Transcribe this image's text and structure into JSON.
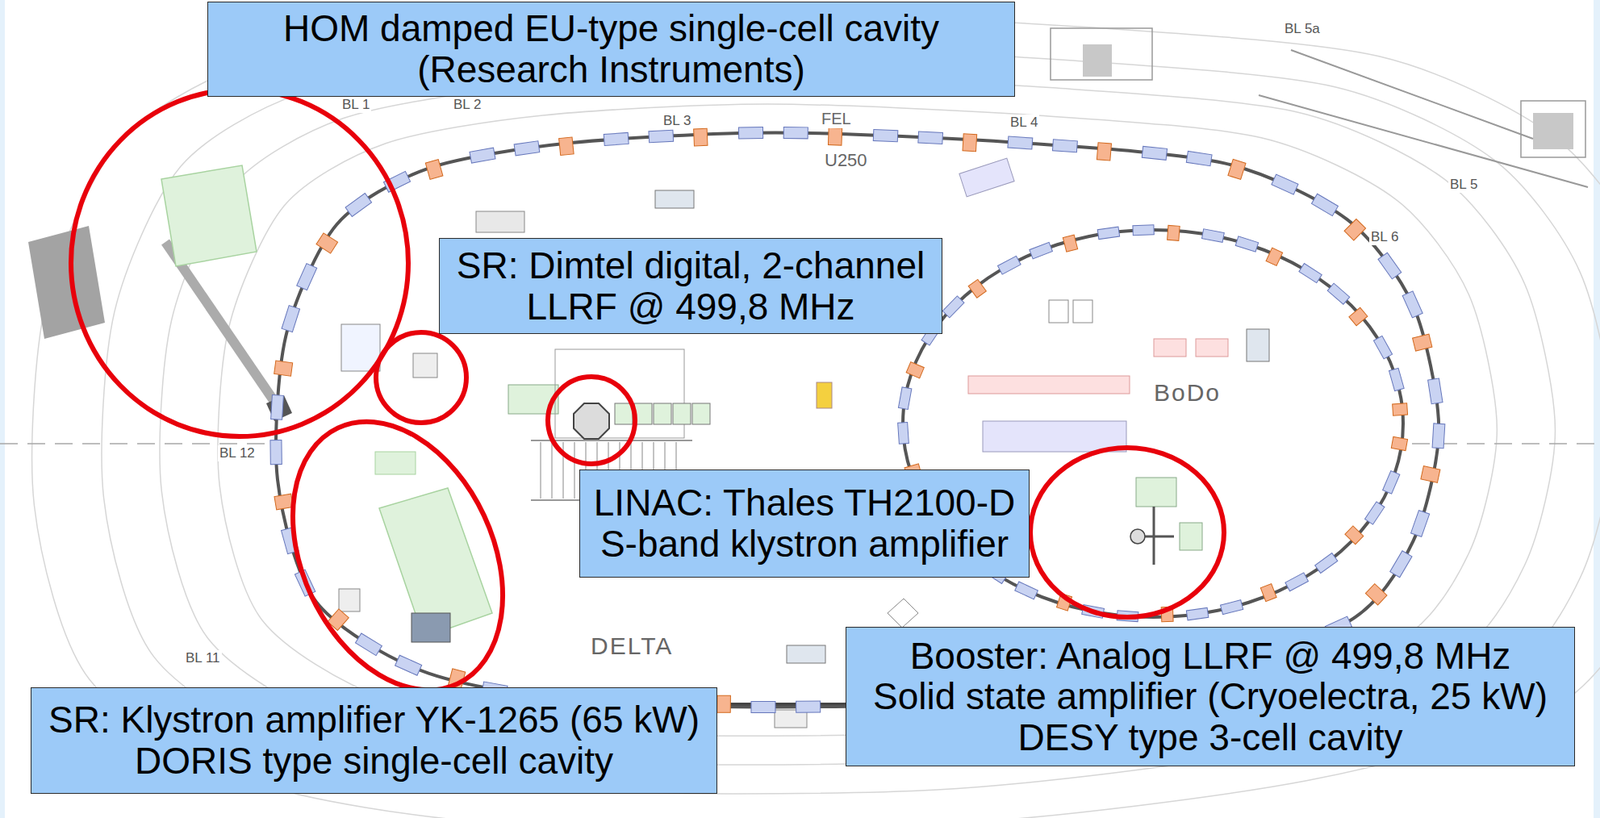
{
  "diagram": {
    "nodes": [
      {
        "text": [
          "HOM damped EU-type single-cell cavity (Research Instruments)"
        ]
      },
      {
        "text": [
          "SR: Dimtel digital, 2-channel LLRF @ 499,8 MHz"
        ]
      },
      {
        "text": [
          "LINAC: Thales TH2100-D S-band klystron amplifier"
        ]
      },
      {
        "text": [
          "Booster: Analog LLRF @ 499,8 MHz",
          "Solid state amplifier (Cryoelectra, 25 kW)",
          "DESY type 3-cell cavity"
        ]
      },
      {
        "text": [
          "SR: Klystron amplifier YK-1265 (65 kW)",
          "DORIS type single-cell cavity"
        ]
      }
    ],
    "labels": [
      "BL 5a",
      "BL 1",
      "BL 2",
      "BL 3",
      "FEL",
      "BL 4",
      "U250",
      "BL 5",
      "BL 6",
      "BoDo",
      "BL 12",
      "DELTA",
      "BL 11"
    ]
  }
}
